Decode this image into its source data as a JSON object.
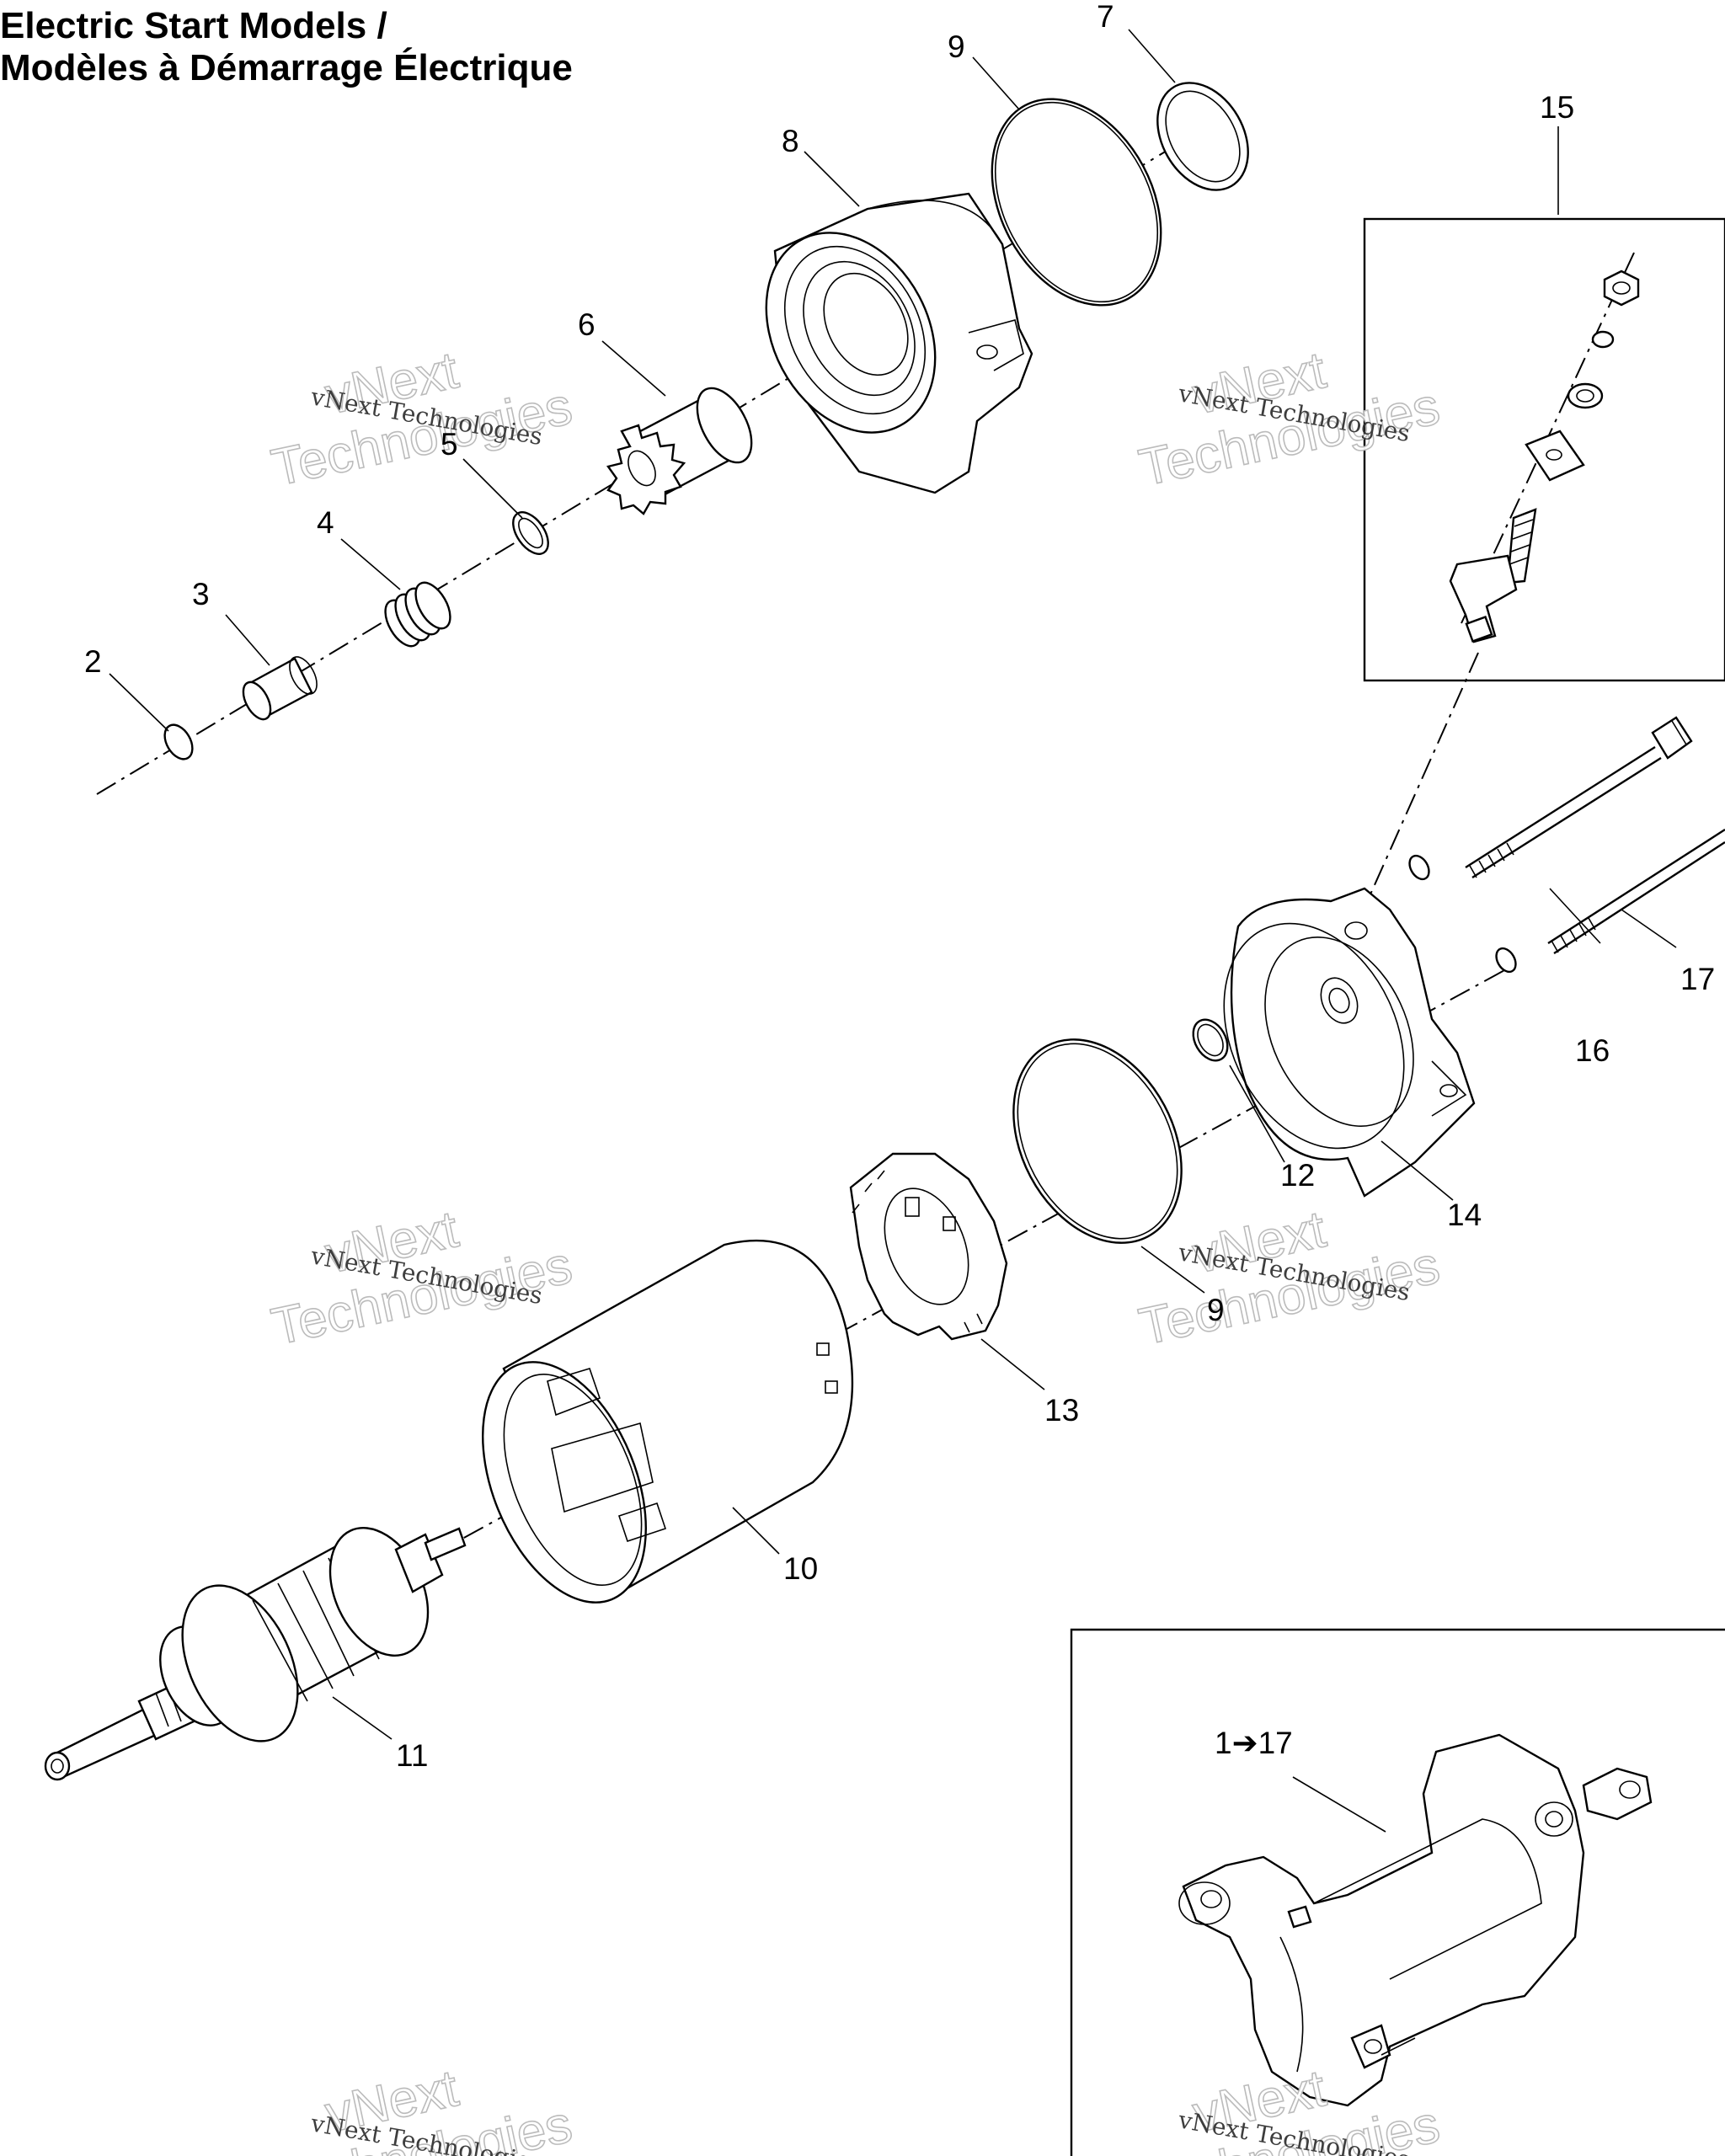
{
  "title": {
    "line1": "Electric Start Models /",
    "line2": "Modèles à Démarrage Électrique"
  },
  "callouts": {
    "c2": "2",
    "c3": "3",
    "c4": "4",
    "c5": "5",
    "c6": "6",
    "c7": "7",
    "c8": "8",
    "c9a": "9",
    "c9b": "9",
    "c10": "10",
    "c11": "11",
    "c12": "12",
    "c13": "13",
    "c14": "14",
    "c15": "15",
    "c16": "16",
    "c17": "17",
    "assembly": "1➔17"
  },
  "watermark": {
    "big1": "vNext",
    "big2": "Technologies",
    "small": "vNext Technologies"
  }
}
